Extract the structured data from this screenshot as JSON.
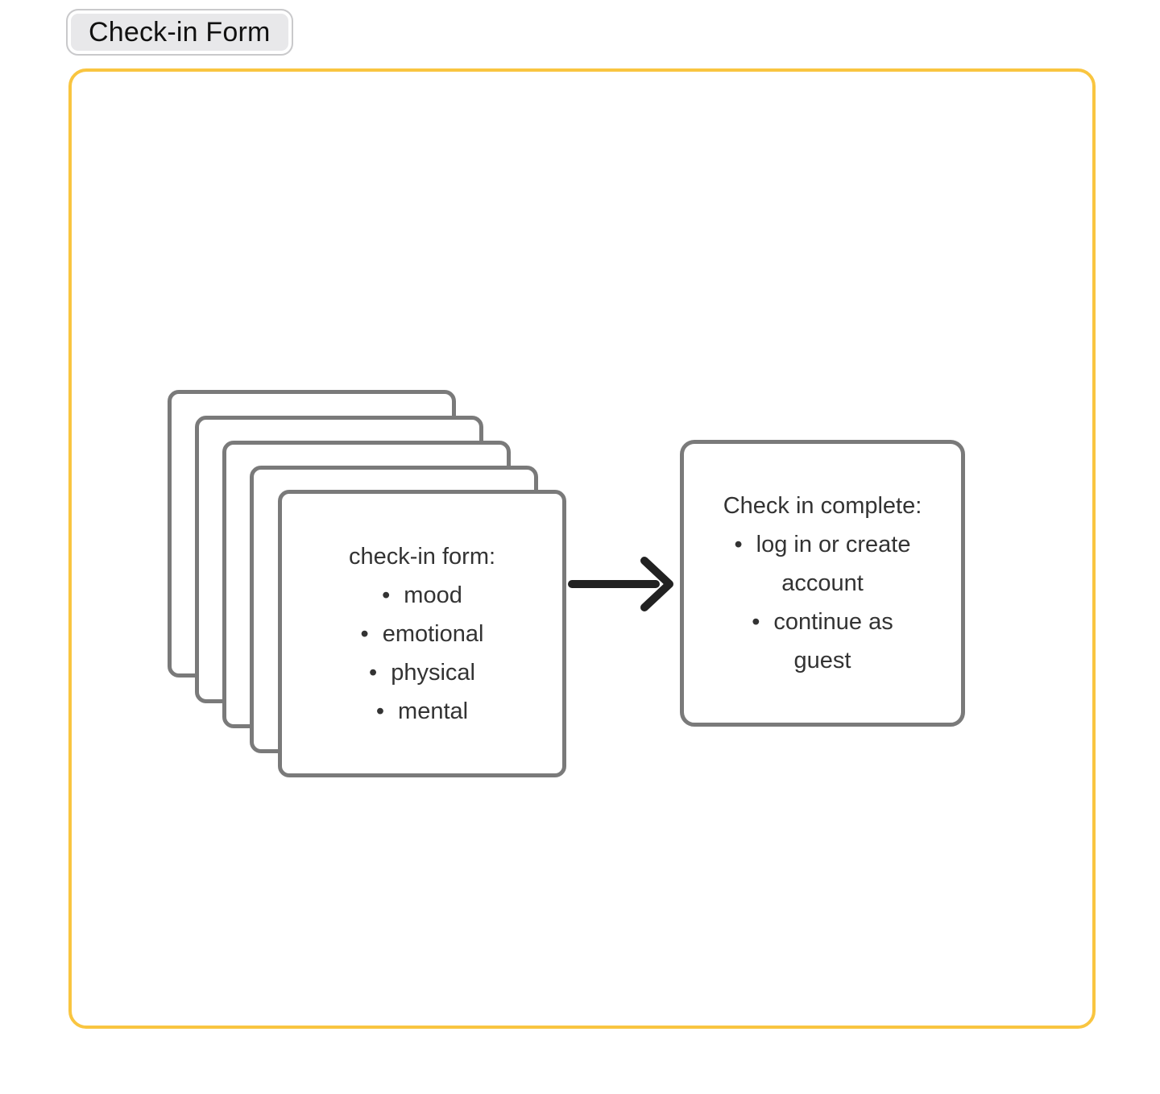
{
  "title_badge": {
    "label": "Check-in Form"
  },
  "frame": {
    "border_color": "#f9c540",
    "fill": "#ffffff"
  },
  "diagram": {
    "stack_card": {
      "layer_count": 5,
      "title": "check-in form:",
      "items": [
        "mood",
        "emotional",
        "physical",
        "mental"
      ]
    },
    "arrow": {
      "direction": "right",
      "color": "#212121"
    },
    "result_card": {
      "title": "Check in complete:",
      "items": [
        {
          "lines": [
            "log in or create",
            "account"
          ]
        },
        {
          "lines": [
            "continue as",
            "guest"
          ]
        }
      ]
    },
    "colors": {
      "card_border": "#7a7a7a",
      "card_fill": "#ffffff",
      "text": "#333333"
    }
  }
}
